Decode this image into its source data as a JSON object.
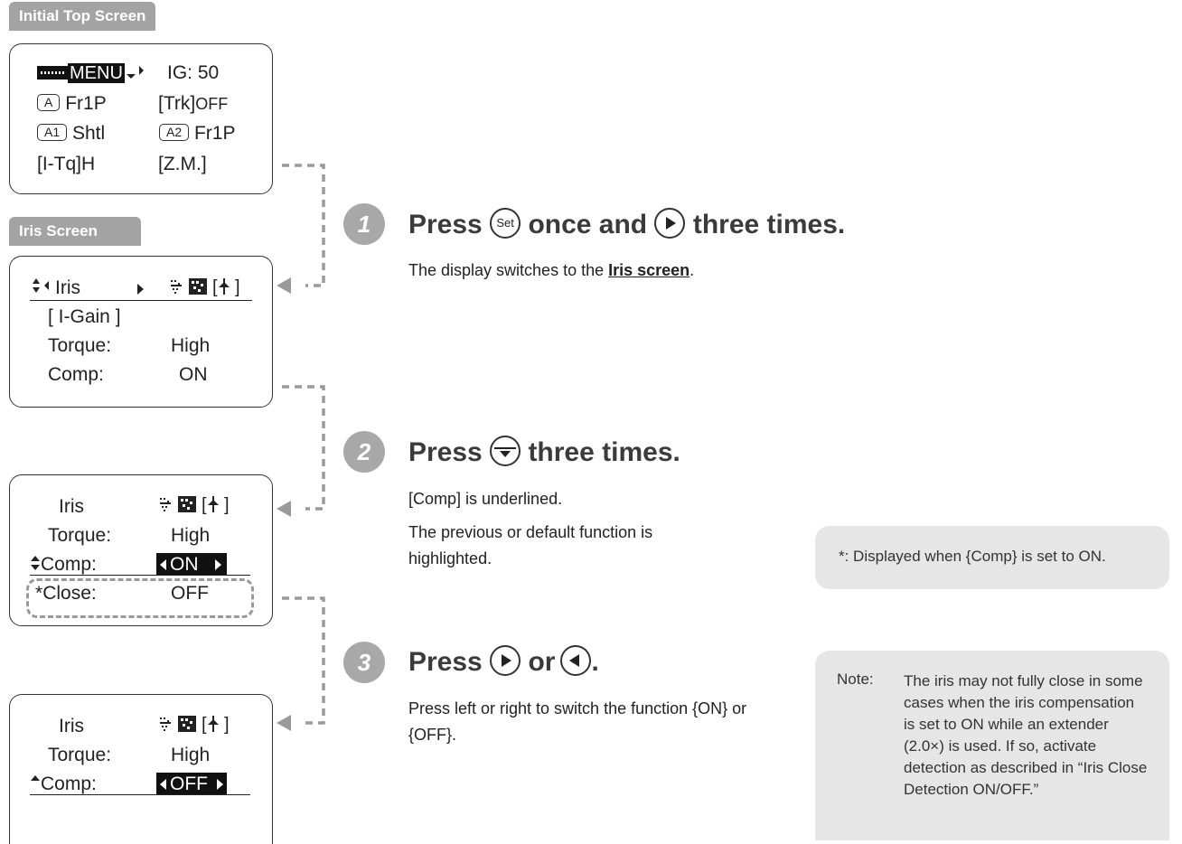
{
  "labels": {
    "initial_top": "Initial Top Screen",
    "iris_screen": "Iris Screen"
  },
  "top_screen": {
    "menu": "MENU",
    "ig": "IG: 50",
    "a_label": "A",
    "a_value": "Fr1P",
    "trk": "[Trk]",
    "trk_value": "OFF",
    "a1_label": "A1",
    "a1_value": "Shtl",
    "a2_label": "A2",
    "a2_value": "Fr1P",
    "itq": "[I-Tq]H",
    "zm": "[Z.M.]"
  },
  "iris_screen": {
    "title": "Iris",
    "igain": "[ I-Gain ]",
    "torque_label": "Torque:",
    "torque_value": "High",
    "comp_label": "Comp:",
    "comp_value": "ON",
    "bracket_open": "[",
    "bracket_close": "]"
  },
  "screen3": {
    "title": "Iris",
    "torque_label": "Torque:",
    "torque_value": "High",
    "comp_label": "Comp:",
    "comp_value": "ON",
    "close_label": "Close:",
    "close_value": "OFF",
    "asterisk": "*"
  },
  "screen4": {
    "title": "Iris",
    "torque_label": "Torque:",
    "torque_value": "High",
    "comp_label": "Comp:",
    "comp_value": "OFF"
  },
  "steps": [
    {
      "number": "1",
      "pre": "Press",
      "button": "Set",
      "mid": "once and",
      "post": "three times.",
      "text_pre": "The display switches to the ",
      "text_link": "Iris screen",
      "text_post": "."
    },
    {
      "number": "2",
      "pre": "Press",
      "post": "three times.",
      "line1": "[Comp] is underlined.",
      "line2": "The previous or default function is highlighted."
    },
    {
      "number": "3",
      "pre": "Press",
      "mid": "or",
      "post": ".",
      "line1": "Press left or right to switch the function {ON} or {OFF}."
    }
  ],
  "footnote": "*: Displayed when {Comp} is set to ON.",
  "note": {
    "label": "Note:",
    "text": "The iris may not fully close in some cases when the iris compensation is set to ON while an extender (2.0×) is used. If so, activate detection as described in “Iris Close Detection ON/OFF.”"
  },
  "colors": {
    "tag_bg": "#a3a3a3",
    "note_bg": "#e6e6e6",
    "step_circle": "#a8a8a8"
  }
}
